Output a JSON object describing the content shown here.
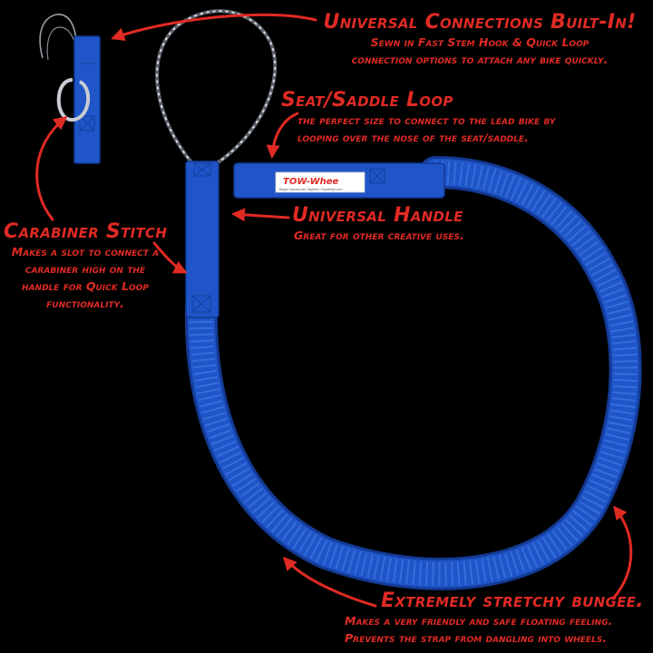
{
  "callouts": {
    "universal_connections": {
      "title": "Universal Connections Built-In!",
      "lines": [
        "Sewn in Fast Stem Hook & Quick Loop",
        "connection options to attach any bike quickly."
      ]
    },
    "seat_saddle_loop": {
      "title": "Seat/Saddle Loop",
      "lines": [
        "the perfect size to connect to the lead bike by",
        "looping over the nose of the seat/saddle."
      ]
    },
    "universal_handle": {
      "title": "Universal Handle",
      "lines": [
        "Great for other creative uses."
      ]
    },
    "carabiner_stitch": {
      "title": "Carabiner Stitch",
      "lines": [
        "Makes a slot to connect a",
        "carabiner high on the",
        "handle for Quick Loop",
        "functionality."
      ]
    },
    "stretchy_bungee": {
      "title": "Extremely stretchy bungee.",
      "lines": [
        "Makes a very friendly and safe floating feeling.",
        "Prevents the strap from dangling into wheels."
      ]
    }
  },
  "label": {
    "brand": "TOW-Whee",
    "tagline": "Bigger Adventures Together! TowWhee.com"
  },
  "colors": {
    "background": "#000000",
    "accent_red": "#e02a24",
    "strap_blue": "#1f55c8",
    "strap_blue_dark": "#133a94"
  }
}
